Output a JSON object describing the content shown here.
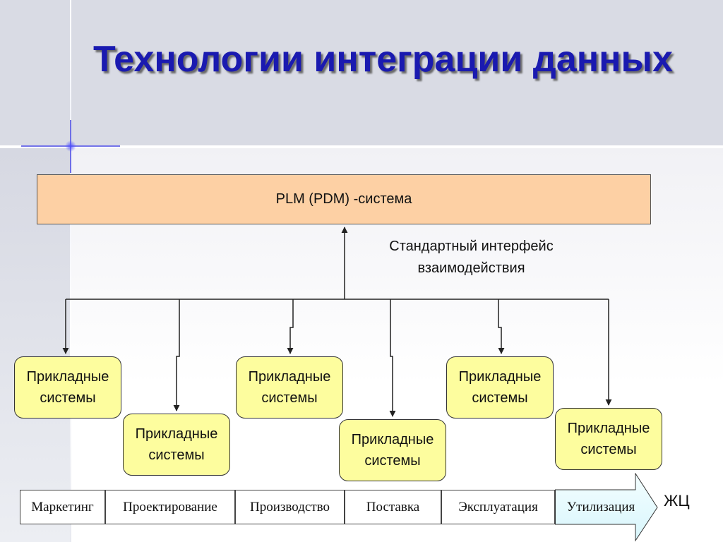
{
  "title": "Технологии интеграции данных",
  "plm_box": {
    "label": "PLM (PDM) -система"
  },
  "interface_label": {
    "line1": "Стандартный интерфейс",
    "line2": "взаимодействия"
  },
  "systems": [
    {
      "line1": "Прикладные",
      "line2": "системы"
    },
    {
      "line1": "Прикладные",
      "line2": "системы"
    },
    {
      "line1": "Прикладные",
      "line2": "системы"
    },
    {
      "line1": "Прикладные",
      "line2": "системы"
    },
    {
      "line1": "Прикладные",
      "line2": "системы"
    },
    {
      "line1": "Прикладные",
      "line2": "системы"
    }
  ],
  "lifecycle": {
    "stages": [
      "Маркетинг",
      "Проектирование",
      "Производство",
      "Поставка",
      "Эксплуатация",
      "Утилизация"
    ],
    "label": "ЖЦ"
  },
  "colors": {
    "title": "#1a1ab0",
    "plm_fill": "#fdd0a4",
    "system_fill": "#fdfd9e",
    "arrow_fill": "#e8fbff",
    "accent_star": "#3838e0"
  }
}
